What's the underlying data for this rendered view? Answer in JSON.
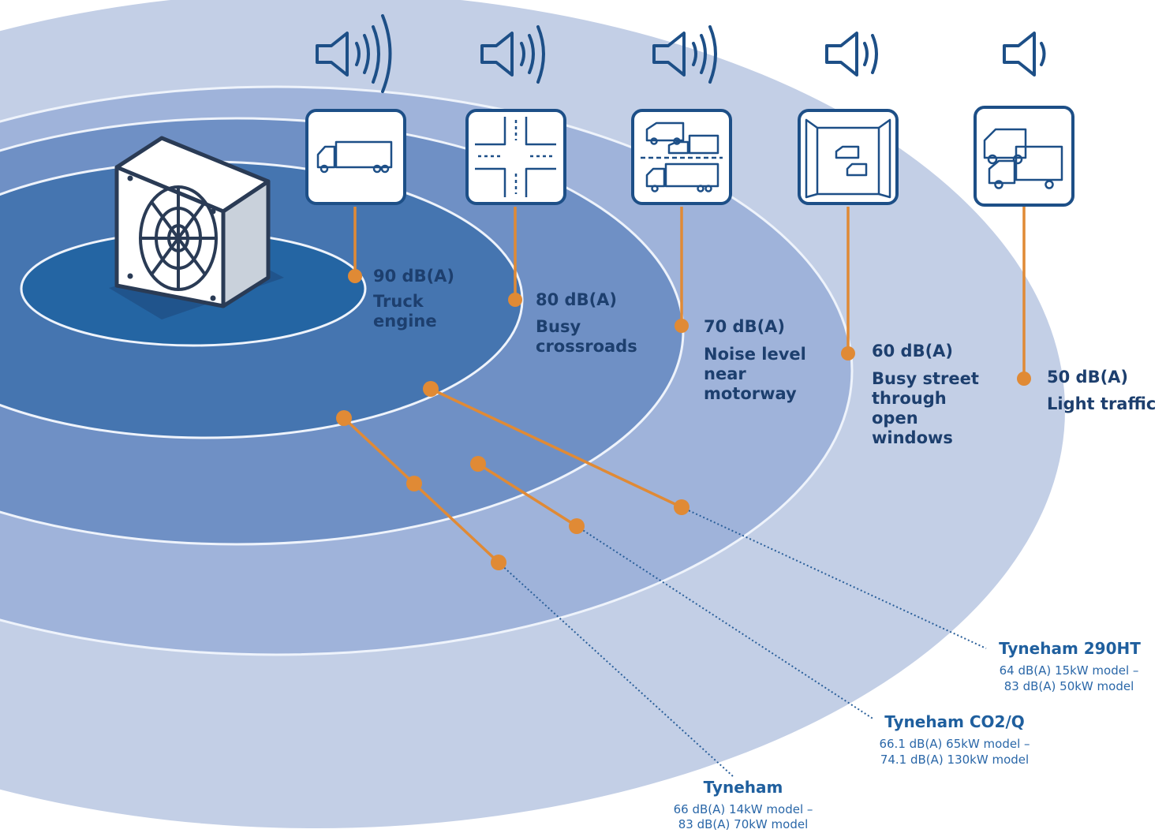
{
  "colors": {
    "ring_outer": "#c3cfe6",
    "ring_4": "#9fb3da",
    "ring_3": "#6f90c5",
    "ring_2": "#4575b0",
    "ring_center": "#2465a3",
    "ring_line": "#eef3fb",
    "icon_navy": "#1d4f87",
    "connector": "#e08a35",
    "label_text": "#1d3f6e",
    "model_name": "#1f5f9e"
  },
  "source": {
    "label": "heat-pump-unit",
    "icon": "heat-pump-fan-icon"
  },
  "levels": [
    {
      "db": "90 dB(A)",
      "desc": "Truck engine",
      "icon": "truck-icon",
      "speaker": "speaker-loud-icon"
    },
    {
      "db": "80 dB(A)",
      "desc": "Busy crossroads",
      "icon": "crossroads-icon",
      "speaker": "speaker-loud-icon"
    },
    {
      "db": "70 dB(A)",
      "desc": "Noise level near motorway",
      "icon": "motorway-traffic-icon",
      "speaker": "speaker-medium-icon"
    },
    {
      "db": "60 dB(A)",
      "desc": "Busy street through open windows",
      "icon": "open-window-icon",
      "speaker": "speaker-low-icon"
    },
    {
      "db": "50 dB(A)",
      "desc": "Light traffic",
      "icon": "light-traffic-icon",
      "speaker": "speaker-quiet-icon"
    }
  ],
  "models": [
    {
      "name": "Tyneham 290HT",
      "spec_1": "64 dB(A) 15kW model –",
      "spec_2": "83 dB(A) 50kW model"
    },
    {
      "name": "Tyneham CO2/Q",
      "spec_1": "66.1 dB(A) 65kW model –",
      "spec_2": "74.1 dB(A) 130kW model"
    },
    {
      "name": "Tyneham",
      "spec_1": "66 dB(A) 14kW model –",
      "spec_2": "83 dB(A) 70kW model"
    }
  ]
}
